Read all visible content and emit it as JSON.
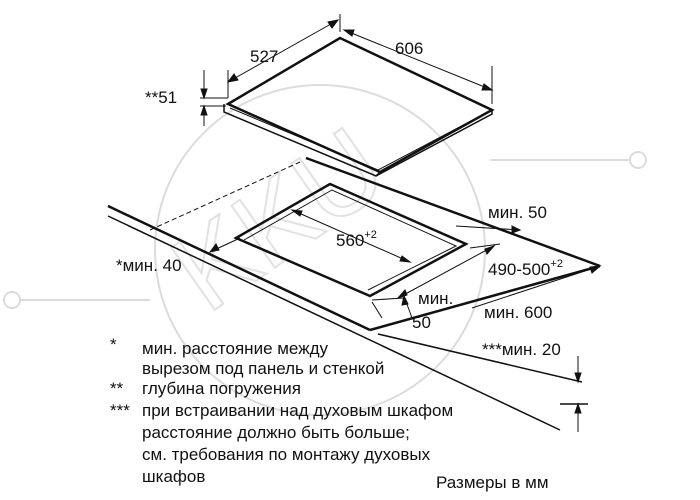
{
  "dimensions": {
    "hob_depth": "527",
    "hob_width": "606",
    "immersion_depth": "**51",
    "cutout_width": "560",
    "cutout_width_sup": "+2",
    "cutout_depth": "490-500",
    "cutout_depth_sup": "+2",
    "min_back": "мин. 50",
    "min_wall": "*мин. 40",
    "min_front_line1": "мин.",
    "min_front_line2": "50",
    "min_worktop": "мин. 600",
    "min_oven": "***мин. 20"
  },
  "notes": [
    {
      "mark": "*",
      "lines": [
        "мин. расстояние между",
        "вырезом под панель и стенкой"
      ]
    },
    {
      "mark": "**",
      "lines": [
        "глубина погружения"
      ]
    },
    {
      "mark": "***",
      "lines": [
        "при встраивании над духовым шкафом",
        "расстояние должно быть больше;",
        "см. требования по монтажу духовых",
        "шкафов"
      ]
    }
  ],
  "units_label": "Размеры в мм",
  "watermark": "KKU"
}
